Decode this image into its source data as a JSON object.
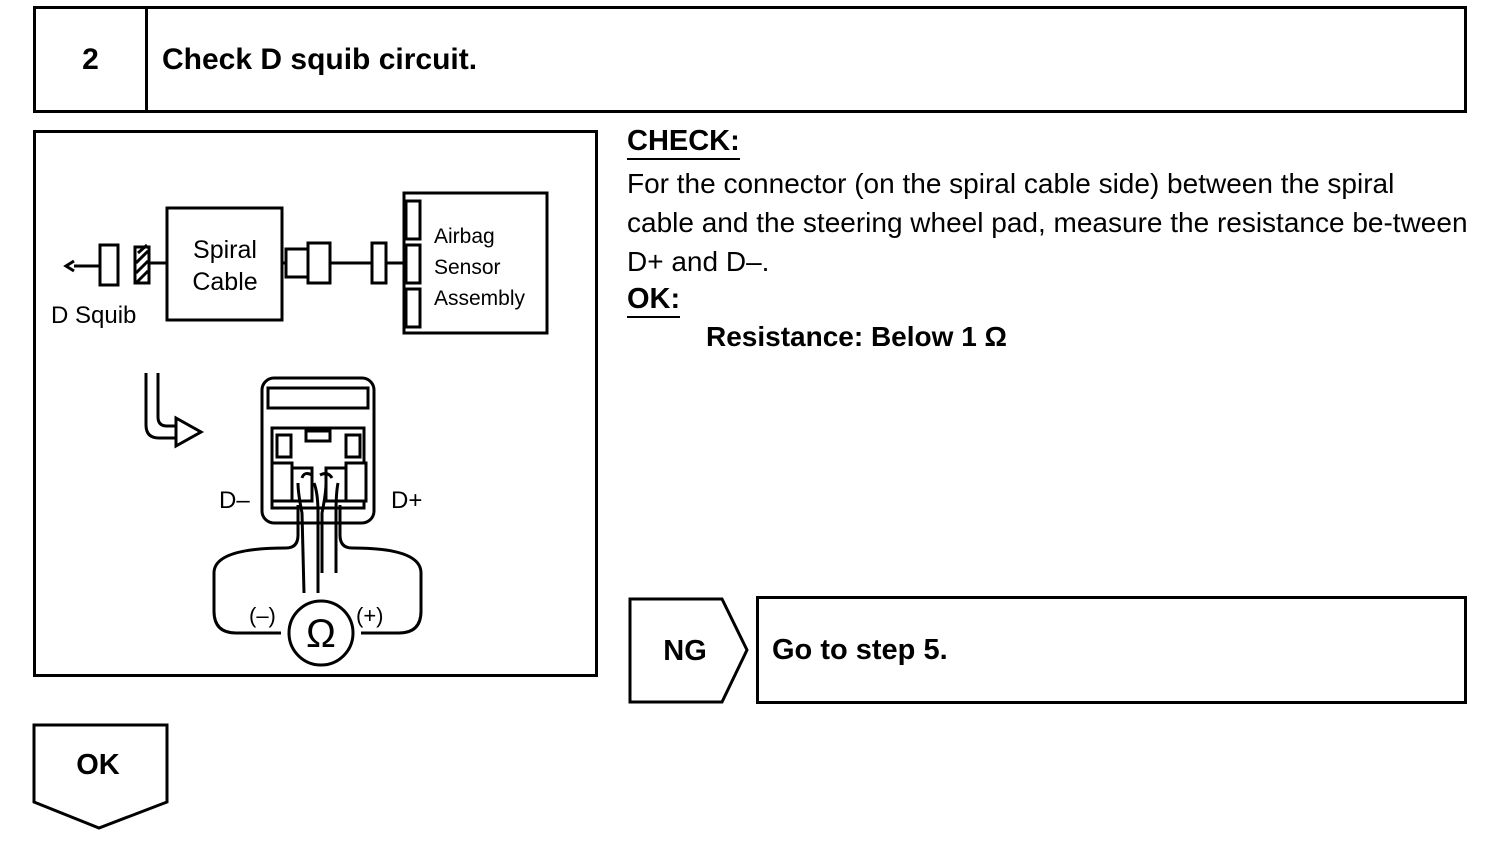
{
  "header": {
    "step_number": "2",
    "title": "Check D squib circuit."
  },
  "figure": {
    "spiral_cable_line1": "Spiral",
    "spiral_cable_line2": "Cable",
    "airbag_line1": "Airbag",
    "airbag_line2": "Sensor",
    "airbag_line3": "Assembly",
    "d_squib": "D Squib",
    "d_minus": "D–",
    "d_plus": "D+",
    "probe_neg": "(–)",
    "probe_pos": "(+)",
    "ohm_symbol": "Ω"
  },
  "check": {
    "label": "CHECK:",
    "text": "For the connector (on the spiral cable side) between the spiral cable and the steering wheel pad, measure the resistance be-tween D+ and D–."
  },
  "ok_spec": {
    "label": "OK:",
    "value": "Resistance: Below 1 Ω"
  },
  "ng": {
    "label": "NG",
    "action": "Go to step 5."
  },
  "ok_flow": {
    "label": "OK"
  }
}
